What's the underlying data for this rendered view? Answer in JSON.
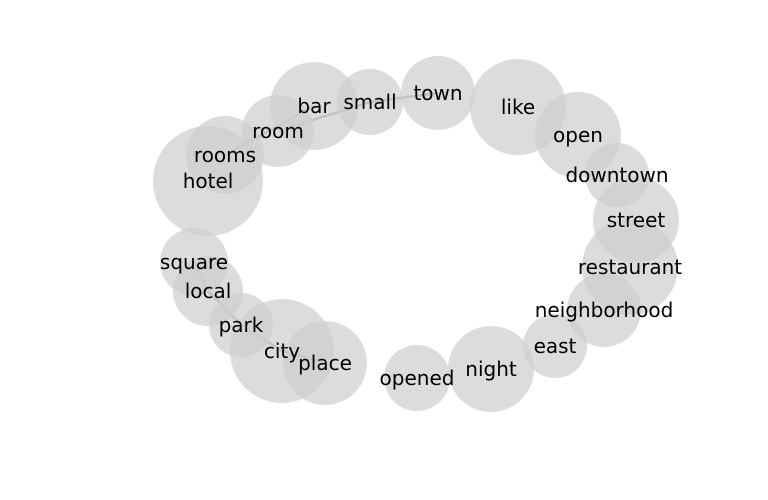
{
  "diagram": {
    "nodes": [
      {
        "id": "hotel",
        "label": "hotel"
      },
      {
        "id": "rooms",
        "label": "rooms"
      },
      {
        "id": "room",
        "label": "room"
      },
      {
        "id": "bar",
        "label": "bar"
      },
      {
        "id": "small",
        "label": "small"
      },
      {
        "id": "town",
        "label": "town"
      },
      {
        "id": "like",
        "label": "like"
      },
      {
        "id": "open",
        "label": "open"
      },
      {
        "id": "downtown",
        "label": "downtown"
      },
      {
        "id": "street",
        "label": "street"
      },
      {
        "id": "restaurant",
        "label": "restaurant"
      },
      {
        "id": "neighborhood",
        "label": "neighborhood"
      },
      {
        "id": "east",
        "label": "east"
      },
      {
        "id": "night",
        "label": "night"
      },
      {
        "id": "opened",
        "label": "opened"
      },
      {
        "id": "place",
        "label": "place"
      },
      {
        "id": "city",
        "label": "city"
      },
      {
        "id": "park",
        "label": "park"
      },
      {
        "id": "local",
        "label": "local"
      },
      {
        "id": "square",
        "label": "square"
      }
    ],
    "edges": [
      {
        "source": "rooms",
        "target": "bar"
      },
      {
        "source": "room",
        "target": "small"
      },
      {
        "source": "small",
        "target": "town"
      },
      {
        "source": "square",
        "target": "local"
      },
      {
        "source": "local",
        "target": "park"
      },
      {
        "source": "park",
        "target": "city"
      },
      {
        "source": "city",
        "target": "place"
      }
    ]
  }
}
